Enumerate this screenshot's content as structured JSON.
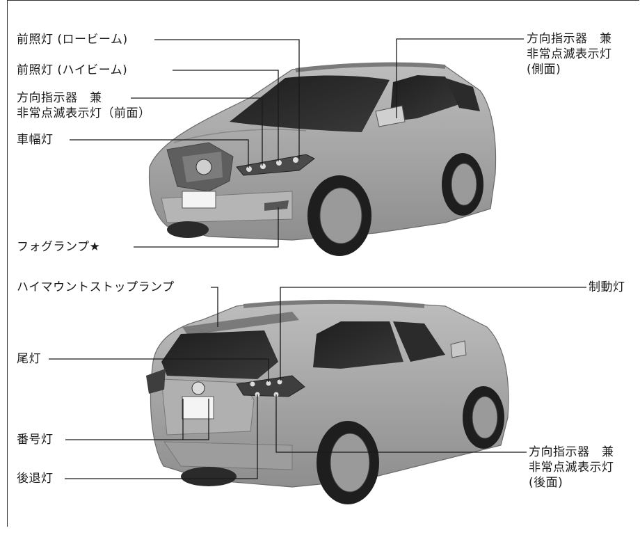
{
  "front": {
    "low_beam": "前照灯 (ロービーム)",
    "high_beam": "前照灯 (ハイビーム)",
    "turn_front_1": "方向指示器　兼",
    "turn_front_2": "非常点滅表示灯（前面）",
    "side_lamp": "車幅灯",
    "fog_lamp": "フォグランプ★",
    "turn_side_1": "方向指示器　兼",
    "turn_side_2": "非常点滅表示灯",
    "turn_side_3": "(側面)"
  },
  "rear": {
    "high_mount": "ハイマウントストップランプ",
    "stop_lamp": "制動灯",
    "tail_lamp": "尾灯",
    "license_lamp": "番号灯",
    "reverse_lamp": "後退灯",
    "turn_rear_1": "方向指示器　兼",
    "turn_rear_2": "非常点滅表示灯",
    "turn_rear_3": "(後面)"
  }
}
